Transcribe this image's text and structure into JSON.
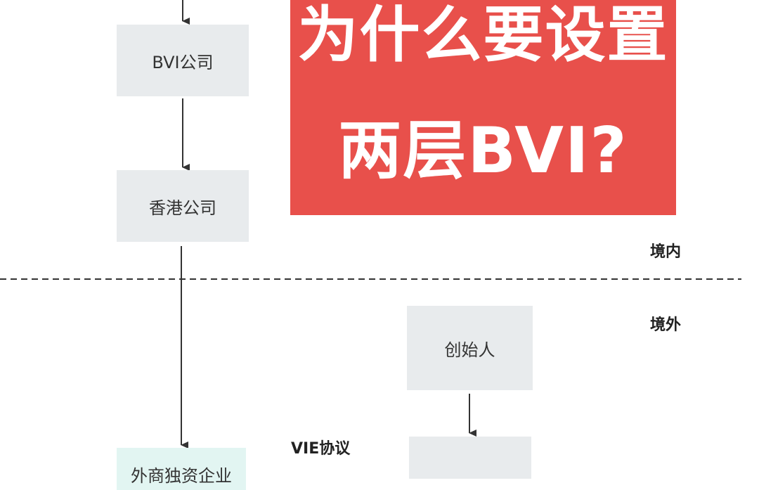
{
  "banner": {
    "line1": "为什么要设置",
    "line2": "两层BVI?"
  },
  "boxes": {
    "bvi": "BVI公司",
    "hongkong": "香港公司",
    "wfoe": "外商独资企业",
    "founder": "创始人",
    "bottom_right": ""
  },
  "labels": {
    "domestic": "境内",
    "overseas": "境外",
    "vie": "VIE协议"
  },
  "colors": {
    "banner": "#e8504b",
    "box": "#e8ebed",
    "box_teal": "#e2f5f2"
  }
}
